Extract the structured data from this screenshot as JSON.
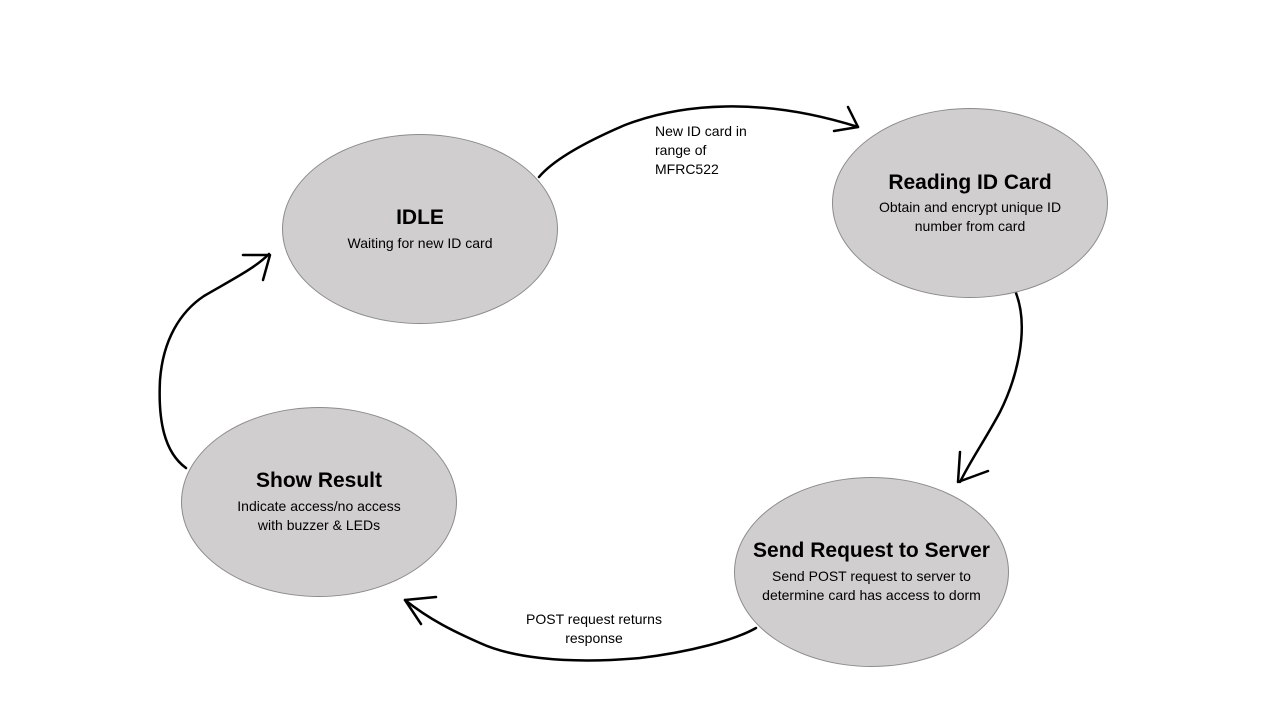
{
  "states": {
    "idle": {
      "title": "IDLE",
      "description": "Waiting for new ID card"
    },
    "reading": {
      "title": "Reading ID Card",
      "description": "Obtain and encrypt unique ID number from card"
    },
    "send": {
      "title": "Send Request to Server",
      "description": "Send POST request to server to determine card has access to dorm"
    },
    "result": {
      "title": "Show Result",
      "description": "Indicate access/no access with buzzer & LEDs"
    }
  },
  "transitions": {
    "idle_to_reading": {
      "label": "New ID card in range of MFRC522"
    },
    "reading_to_send": {
      "label": ""
    },
    "send_to_result": {
      "label": "POST request returns response"
    },
    "result_to_idle": {
      "label": ""
    }
  },
  "colors": {
    "node_fill": "#d0cece",
    "node_border": "#8c8c8c",
    "arrow": "#000000",
    "background": "#ffffff"
  }
}
